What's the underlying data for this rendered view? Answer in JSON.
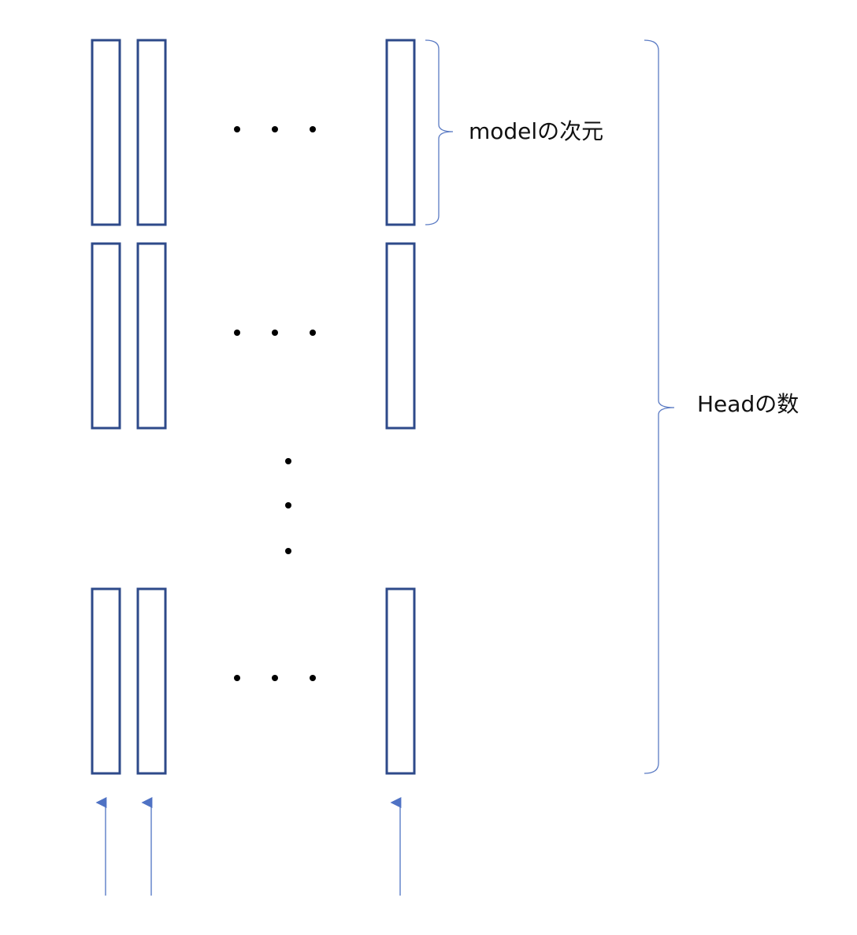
{
  "labels": {
    "model_dim": "modelの次元",
    "head_count": "Headの数"
  },
  "structure": {
    "head_groups": 3,
    "vectors_per_group": 3,
    "input_arrows": 3
  },
  "colors": {
    "box_stroke": "#2e4a8a",
    "bracket": "#5b7bc4",
    "arrow": "#4f72c4",
    "dots": "#000000",
    "text": "#111111"
  }
}
